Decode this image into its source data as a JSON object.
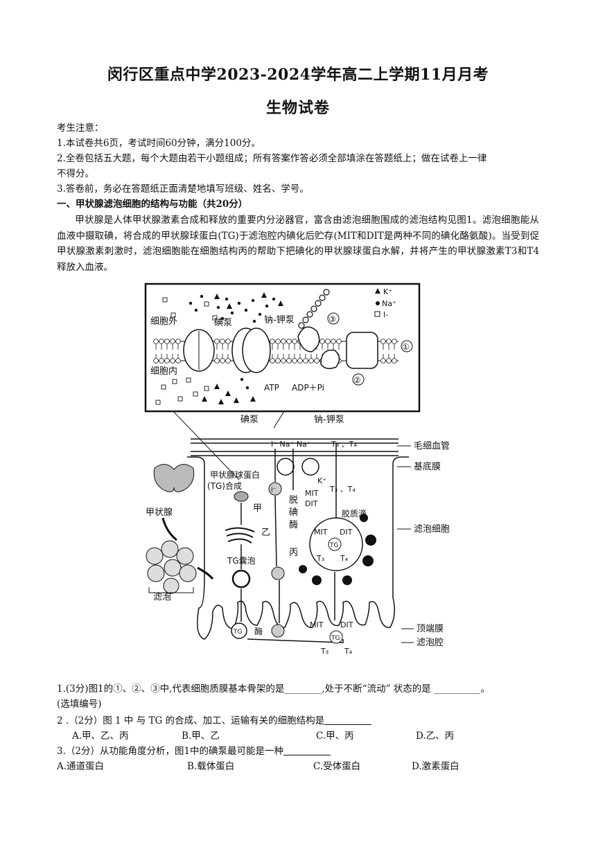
{
  "header": {
    "title": "闵行区重点中学2023-2024学年高二上学期11月月考",
    "subtitle": "生物试卷"
  },
  "notice": {
    "heading": "考生注意：",
    "items": [
      "1.本试卷共6页，考试时间60分钟，满分100分。",
      "2.全卷包括五大题，每个大题由若干小题组成；所有答案作答必须全部填涂在答题纸上；做在试卷上一律",
      "不得分。",
      "3.答卷前，务必在答题纸正面清楚地填写班级、姓名、学号。"
    ]
  },
  "section1": {
    "heading": "一、甲状腺滤泡细胞的结构与功能（共20分）",
    "paragraph": "甲状腺是人体甲状腺激素合成和释放的重要内分泌器官，富含由滤泡细胞围成的滤泡结构见图1。滤泡细胞能从血液中摄取碘，将合成的甲状腺球蛋白(TG)于滤泡腔内碘化后贮存(MIT和DIT是两种不同的碘化酪氨酸)。当受到促甲状腺激素刺激时，滤泡细胞能在细胞结构丙的帮助下把碘化的甲状腺球蛋白水解，并将产生的甲状腺激素T3和T4释放入血液。"
  },
  "figure": {
    "legend": {
      "k": "K⁺",
      "na": "Na⁺",
      "i": "I-"
    },
    "top_labels": {
      "outside": "细胞外",
      "inside": "细胞内",
      "iodine_pump": "碘泵",
      "na_k_pump": "钠-钾泵",
      "atp": "ATP",
      "adp": "ADP＋Pi",
      "n1": "①",
      "n2": "②",
      "n3": "③"
    },
    "cell_labels": {
      "iodine_pump": "碘泵",
      "na_k_pump": "钠-钾泵",
      "ions_in": "I⁻ Na⁺ Na⁺",
      "t3t4_top": "T₃ 、T₄",
      "capillary": "毛细血管",
      "basement": "基底膜",
      "k_plus": "K⁺",
      "tg_synth_1": "甲状腺球蛋白",
      "tg_synth_2": "(TG)合成",
      "thyroid": "甲状腺",
      "follicle": "滤泡",
      "jia": "甲",
      "yi": "乙",
      "bing": "丙",
      "tg_vesicle": "TG囊泡",
      "deiodinase_1": "脱",
      "deiodinase_2": "碘",
      "deiodinase_3": "酶",
      "mit": "MIT",
      "dit": "DIT",
      "t3t4_mid": "T₃ 、T₄",
      "colloid": "胶质滴",
      "mit_in": "MIT",
      "dit_in": "DIT",
      "tg": "TG",
      "t3": "T₃",
      "t4": "T₄",
      "follicular_cell": "滤泡细胞",
      "apical": "顶端膜",
      "lumen": "滤泡腔",
      "enzyme": "酶",
      "i_minus": "I⁻",
      "mit_bottom": "MIT",
      "dit_bottom": "DIT",
      "t3_bottom": "T₃",
      "t4_bottom": "T₄"
    }
  },
  "questions": {
    "q1_line1": "1.(3分)图1的①、②、③中,代表细胞质膜基本骨架的是________,处于不断“流动” 状态的是  __________。",
    "q1_line2": "(选填编号)",
    "q2": "2 .（2分）图 1  中  与 TG  的合成、加工、运输有关的细胞结构是",
    "q2_options": [
      "A.甲、乙、丙",
      "B.甲、乙",
      "C.甲、丙",
      "D.乙、丙"
    ],
    "q3": "3.（2分）从功能角度分析，图1中的碘泵最可能是一种",
    "q3_options": [
      "A.通道蛋白",
      "B.载体蛋白",
      "C.受体蛋白",
      "D.激素蛋白"
    ]
  }
}
